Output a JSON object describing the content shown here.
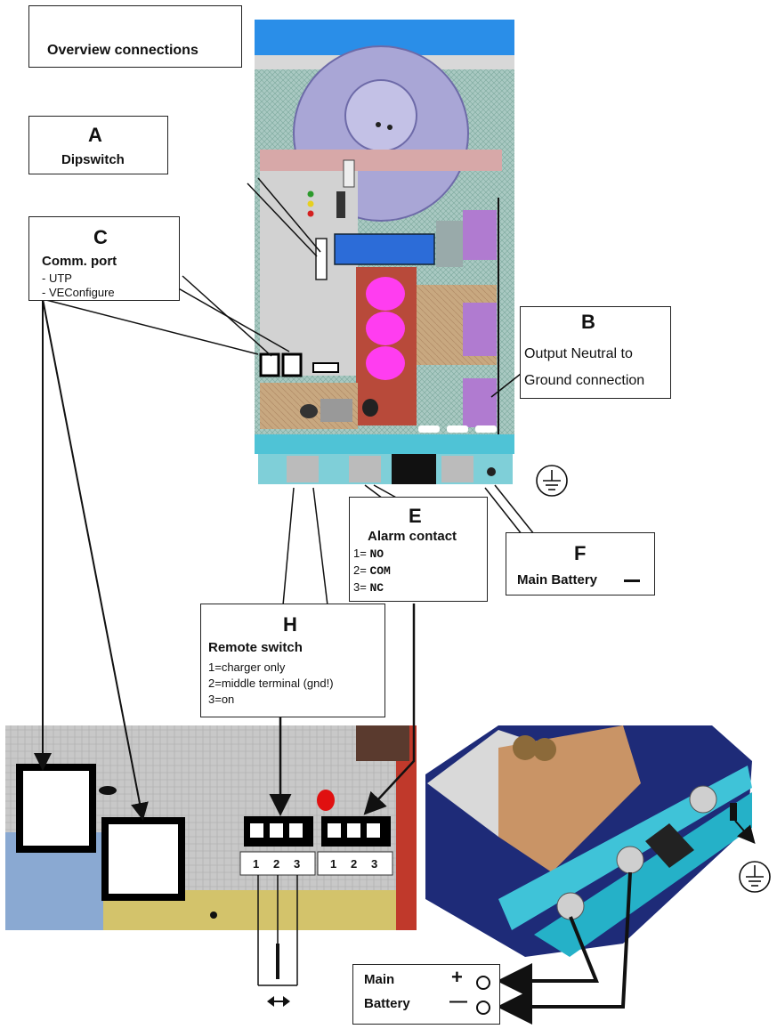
{
  "title": "Overview connections",
  "labels": {
    "A": {
      "letter": "A",
      "name": "Dipswitch"
    },
    "C": {
      "letter": "C",
      "name": "Comm. port",
      "items": [
        "- UTP",
        "- VEConfigure"
      ]
    },
    "B": {
      "letter": "B",
      "lines": [
        "Output Neutral to",
        "Ground connection"
      ]
    },
    "E": {
      "letter": "E",
      "name": "Alarm contact",
      "items": [
        {
          "prefix": "1=",
          "value": "NO"
        },
        {
          "prefix": "2=",
          "value": "COM"
        },
        {
          "prefix": "3=",
          "value": "NC"
        }
      ]
    },
    "F": {
      "letter": "F",
      "name": "Main Battery"
    },
    "H": {
      "letter": "H",
      "name": "Remote switch",
      "items": [
        "1=charger only",
        "2=middle terminal (gnd!)",
        "3=on"
      ]
    }
  },
  "terminals": {
    "remote": [
      "1",
      "2",
      "3"
    ],
    "alarm": [
      "1",
      "2",
      "3"
    ]
  },
  "battery": {
    "line1": "Main",
    "line2": "Battery",
    "plus": "+",
    "minus": "—"
  },
  "colors": {
    "device_blue": "#2a8ee8",
    "panel_green": "#6fb7a8",
    "pcb_red": "#b84a3a",
    "magenta": "#ff3df0",
    "led_red": "#e01010"
  }
}
